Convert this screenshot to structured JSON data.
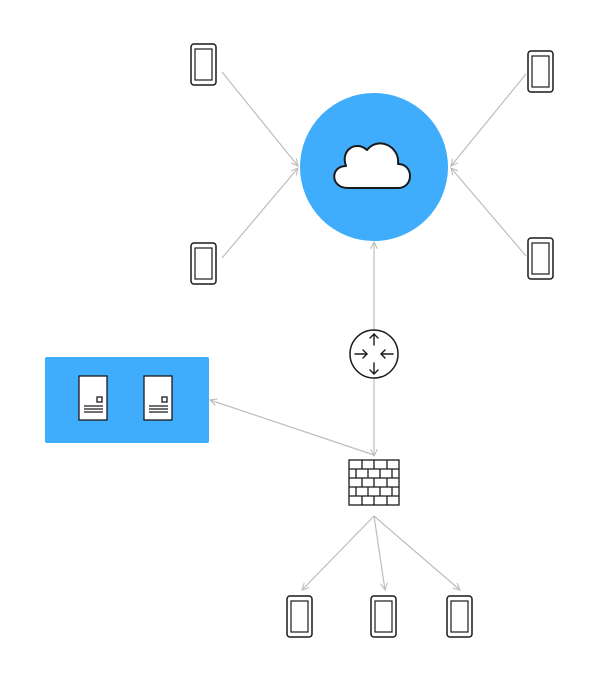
{
  "diagram": {
    "colors": {
      "cloud_fill": "#3FACFC",
      "server_group_fill": "#3FACFC",
      "connector": "#BDBDBD",
      "icon_stroke": "#1A1A1A",
      "icon_fill": "#FFFFFF"
    },
    "nodes": [
      {
        "id": "cloud",
        "icon": "cloud-icon"
      },
      {
        "id": "router",
        "icon": "router-icon"
      },
      {
        "id": "firewall",
        "icon": "firewall-icon"
      },
      {
        "id": "server-group",
        "icon": "server-icon",
        "count": 2
      },
      {
        "id": "device-top-left",
        "icon": "tablet-icon"
      },
      {
        "id": "device-mid-left",
        "icon": "tablet-icon"
      },
      {
        "id": "device-top-right",
        "icon": "tablet-icon"
      },
      {
        "id": "device-mid-right",
        "icon": "tablet-icon"
      },
      {
        "id": "device-bottom-left",
        "icon": "tablet-icon"
      },
      {
        "id": "device-bottom-center",
        "icon": "tablet-icon"
      },
      {
        "id": "device-bottom-right",
        "icon": "tablet-icon"
      }
    ],
    "edges": [
      {
        "from": "device-top-left",
        "to": "cloud"
      },
      {
        "from": "device-mid-left",
        "to": "cloud"
      },
      {
        "from": "device-top-right",
        "to": "cloud"
      },
      {
        "from": "device-mid-right",
        "to": "cloud"
      },
      {
        "from": "router",
        "to": "cloud"
      },
      {
        "from": "router",
        "to": "firewall"
      },
      {
        "from": "firewall",
        "to": "server-group"
      },
      {
        "from": "firewall",
        "to": "device-bottom-left"
      },
      {
        "from": "firewall",
        "to": "device-bottom-center"
      },
      {
        "from": "firewall",
        "to": "device-bottom-right"
      }
    ]
  }
}
